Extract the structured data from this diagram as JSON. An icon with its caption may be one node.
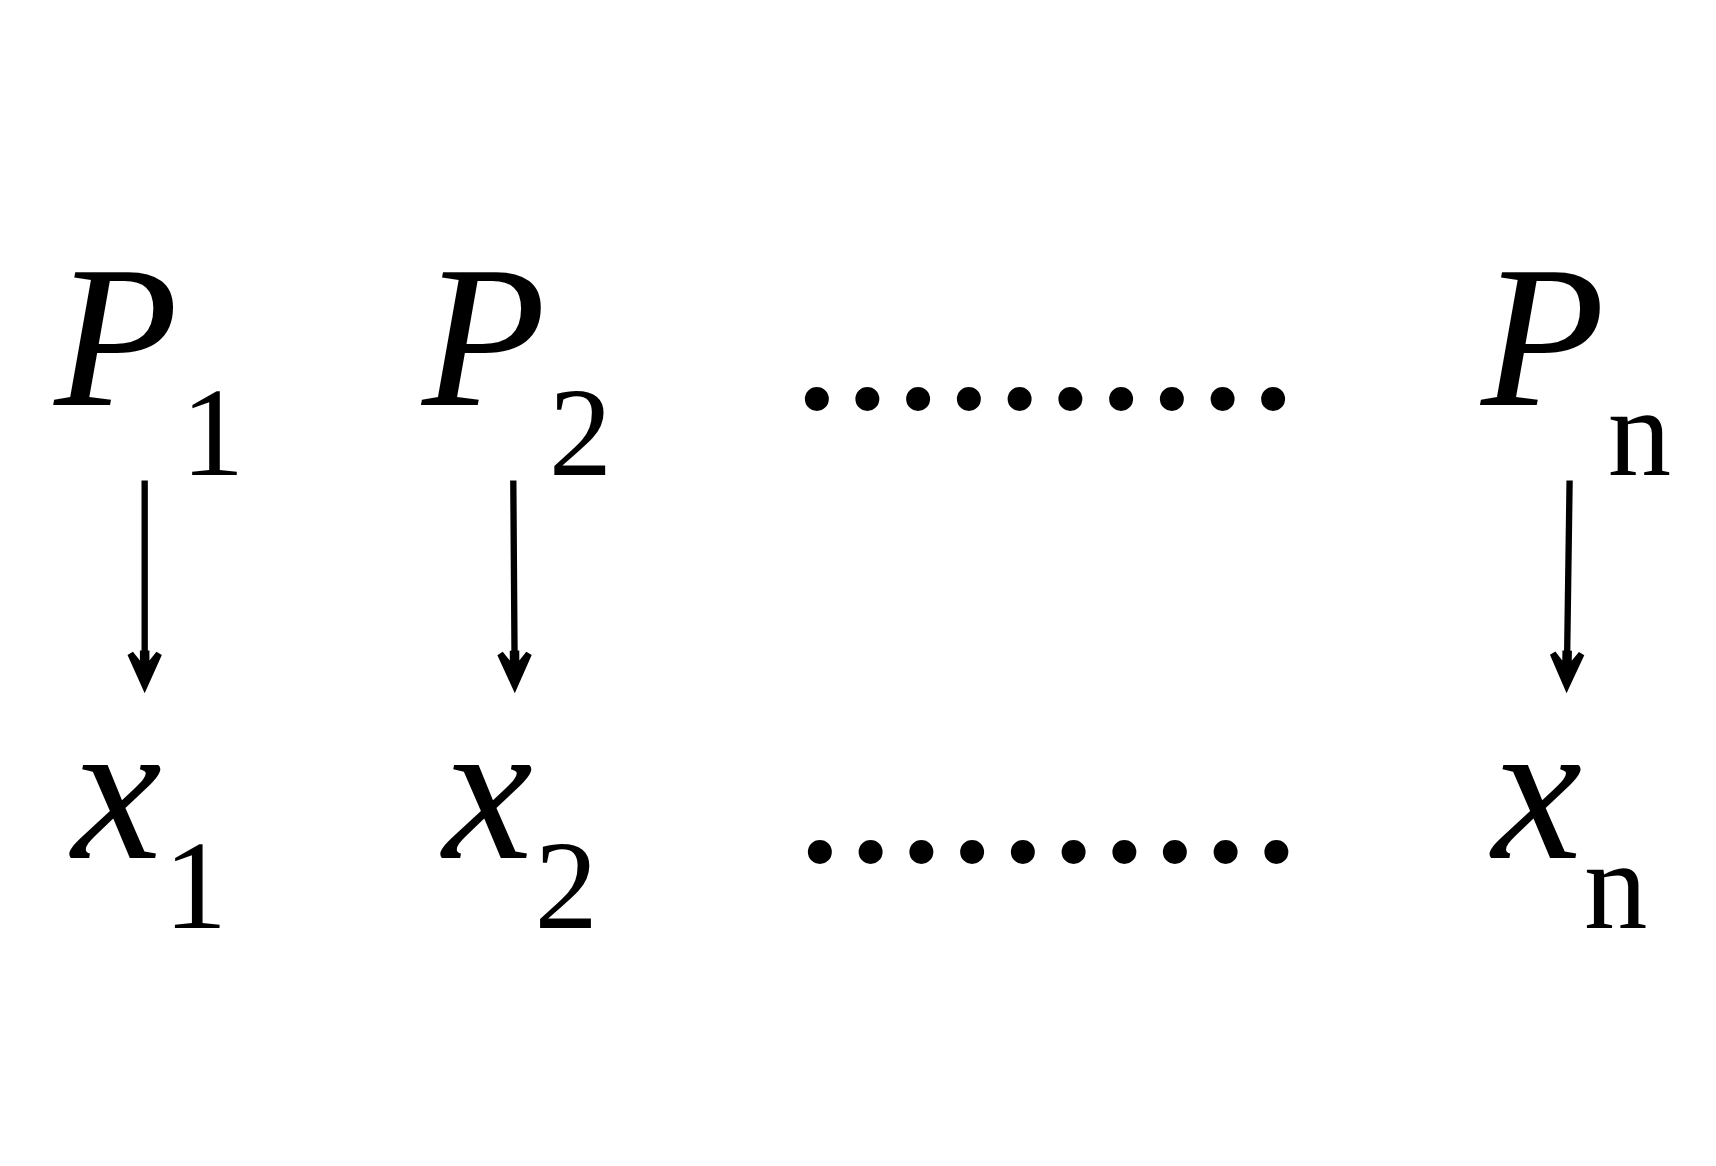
{
  "diagram": {
    "nodes": [
      {
        "text": [
          "*P*$_{1}$"
        ]
      },
      {
        "text": [
          "*P*$_{2}$"
        ]
      },
      {
        "text": [
          "*P*$_{n}$"
        ]
      },
      {
        "text": [
          "*x*$_{1}$"
        ]
      },
      {
        "text": [
          "*x*$_{2}$"
        ]
      },
      {
        "text": [
          "*x*$_{n}$"
        ]
      }
    ],
    "edges": [
      {
        "from": 0,
        "to": 3,
        "arrow": "to"
      },
      {
        "from": 1,
        "to": 4,
        "arrow": "to"
      },
      {
        "from": 2,
        "to": 5,
        "arrow": "to"
      }
    ],
    "labels": [
      "..........",
      ".........."
    ]
  }
}
